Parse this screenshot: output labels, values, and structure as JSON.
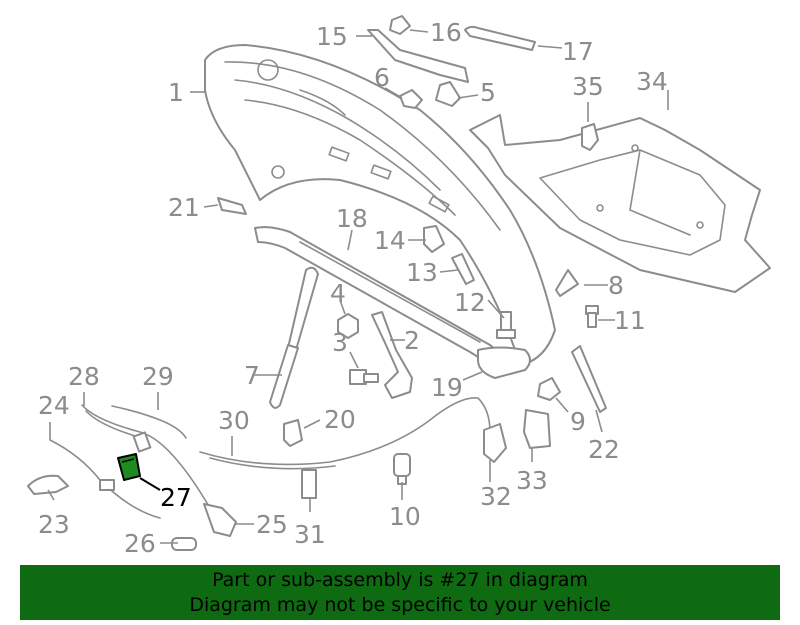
{
  "diagram": {
    "callouts": {
      "c1": "1",
      "c2": "2",
      "c3": "3",
      "c4": "4",
      "c5": "5",
      "c6": "6",
      "c7": "7",
      "c8": "8",
      "c9": "9",
      "c10": "10",
      "c11": "11",
      "c12": "12",
      "c13": "13",
      "c14": "14",
      "c15": "15",
      "c16": "16",
      "c17": "17",
      "c18": "18",
      "c19": "19",
      "c20": "20",
      "c21": "21",
      "c22": "22",
      "c23": "23",
      "c24": "24",
      "c25": "25",
      "c26": "26",
      "c27": "27",
      "c28": "28",
      "c29": "29",
      "c30": "30",
      "c31": "31",
      "c32": "32",
      "c33": "33",
      "c34": "34",
      "c35": "35"
    },
    "highlighted_part": "27",
    "colors": {
      "line": "#8c8c8c",
      "highlight_fill": "#1f8a1f",
      "banner_bg": "#0f6b12"
    }
  },
  "banner": {
    "line1": "Part or sub-assembly is #27 in diagram",
    "line2": "Diagram may not be specific to your vehicle"
  }
}
